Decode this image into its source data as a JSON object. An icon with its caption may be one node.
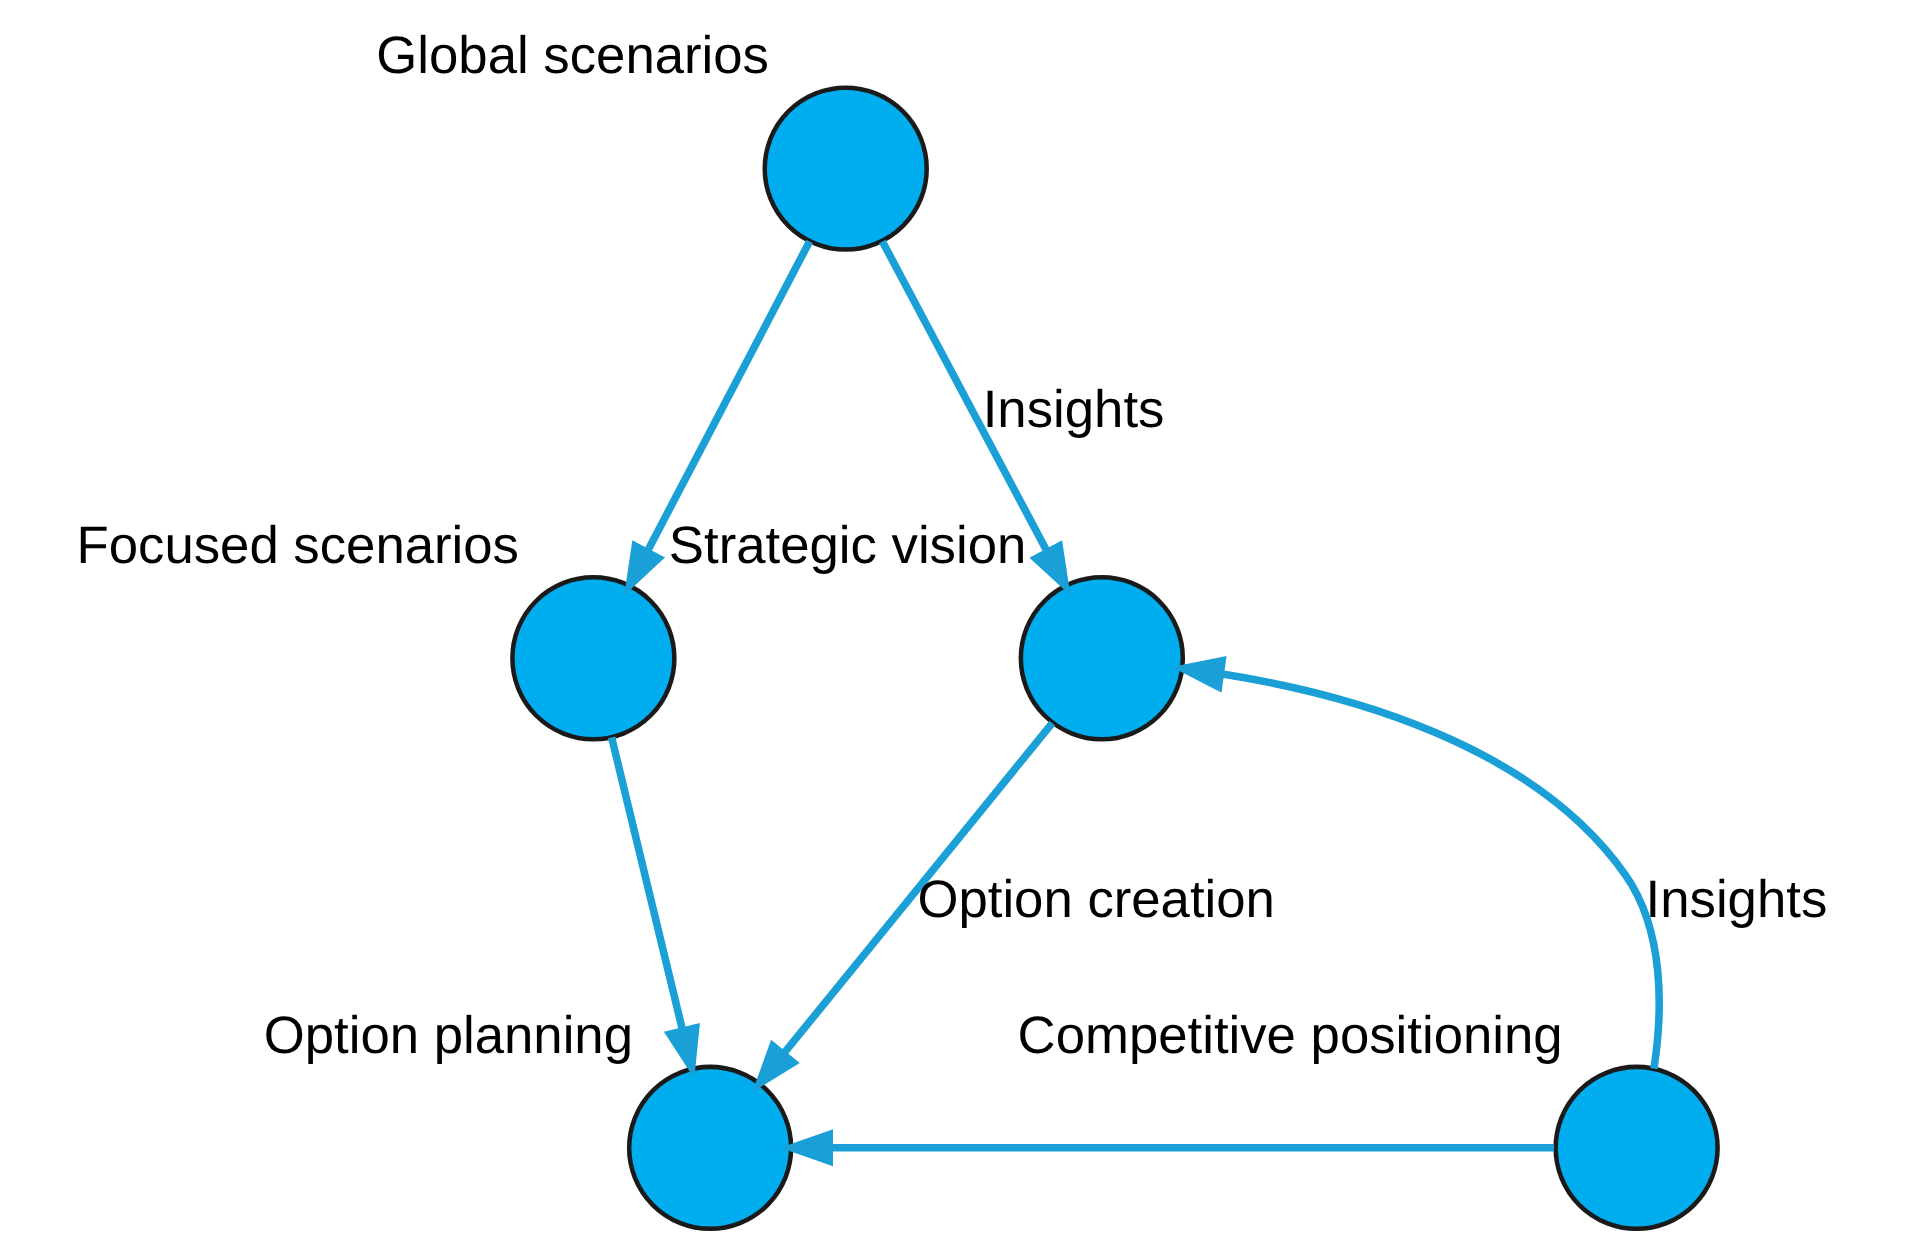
{
  "diagram": {
    "nodes": [
      {
        "text": [],
        "shape": "circle",
        "beside": [
          "Global scenarios"
        ]
      },
      {
        "text": [],
        "shape": "circle",
        "beside": [
          "Focused scenarios"
        ]
      },
      {
        "text": [],
        "shape": "circle",
        "beside": [
          "Strategic vision"
        ]
      },
      {
        "text": [],
        "shape": "circle",
        "beside": [
          "Option planning"
        ]
      },
      {
        "text": [],
        "shape": "circle",
        "beside": [
          "Competitive positioning"
        ]
      }
    ],
    "edges": [
      {
        "from": 0,
        "to": 2,
        "arrow": "to",
        "label": "Insights"
      },
      {
        "from": 0,
        "to": 1,
        "arrow": "to"
      },
      {
        "from": 1,
        "to": 3,
        "arrow": "to"
      },
      {
        "from": 2,
        "to": 3,
        "arrow": "to",
        "label": "Option creation"
      },
      {
        "from": 4,
        "to": 2,
        "arrow": "to",
        "label": "Insights"
      },
      {
        "from": 4,
        "to": 3,
        "arrow": "to"
      }
    ]
  }
}
